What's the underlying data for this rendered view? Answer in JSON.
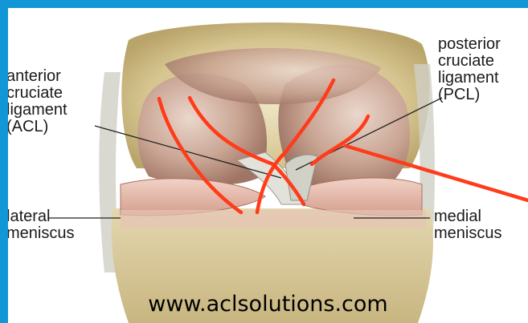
{
  "labels": {
    "acl": "anterior\ncruciate\nligament\n(ACL)",
    "pcl": "posterior\ncruciate\nligament\n(PCL)",
    "lateral": "lateral\nmeniscus",
    "medial": "medial\nmeniscus"
  },
  "watermark": "www.aclsolutions.com",
  "colors": {
    "border": "#1196d6",
    "annotation": "#ff3b1a",
    "bone": "#d9c99a",
    "cartilage": "#c79a86",
    "meniscus": "#e7bdb0",
    "ligament": "#d8d8d0"
  }
}
